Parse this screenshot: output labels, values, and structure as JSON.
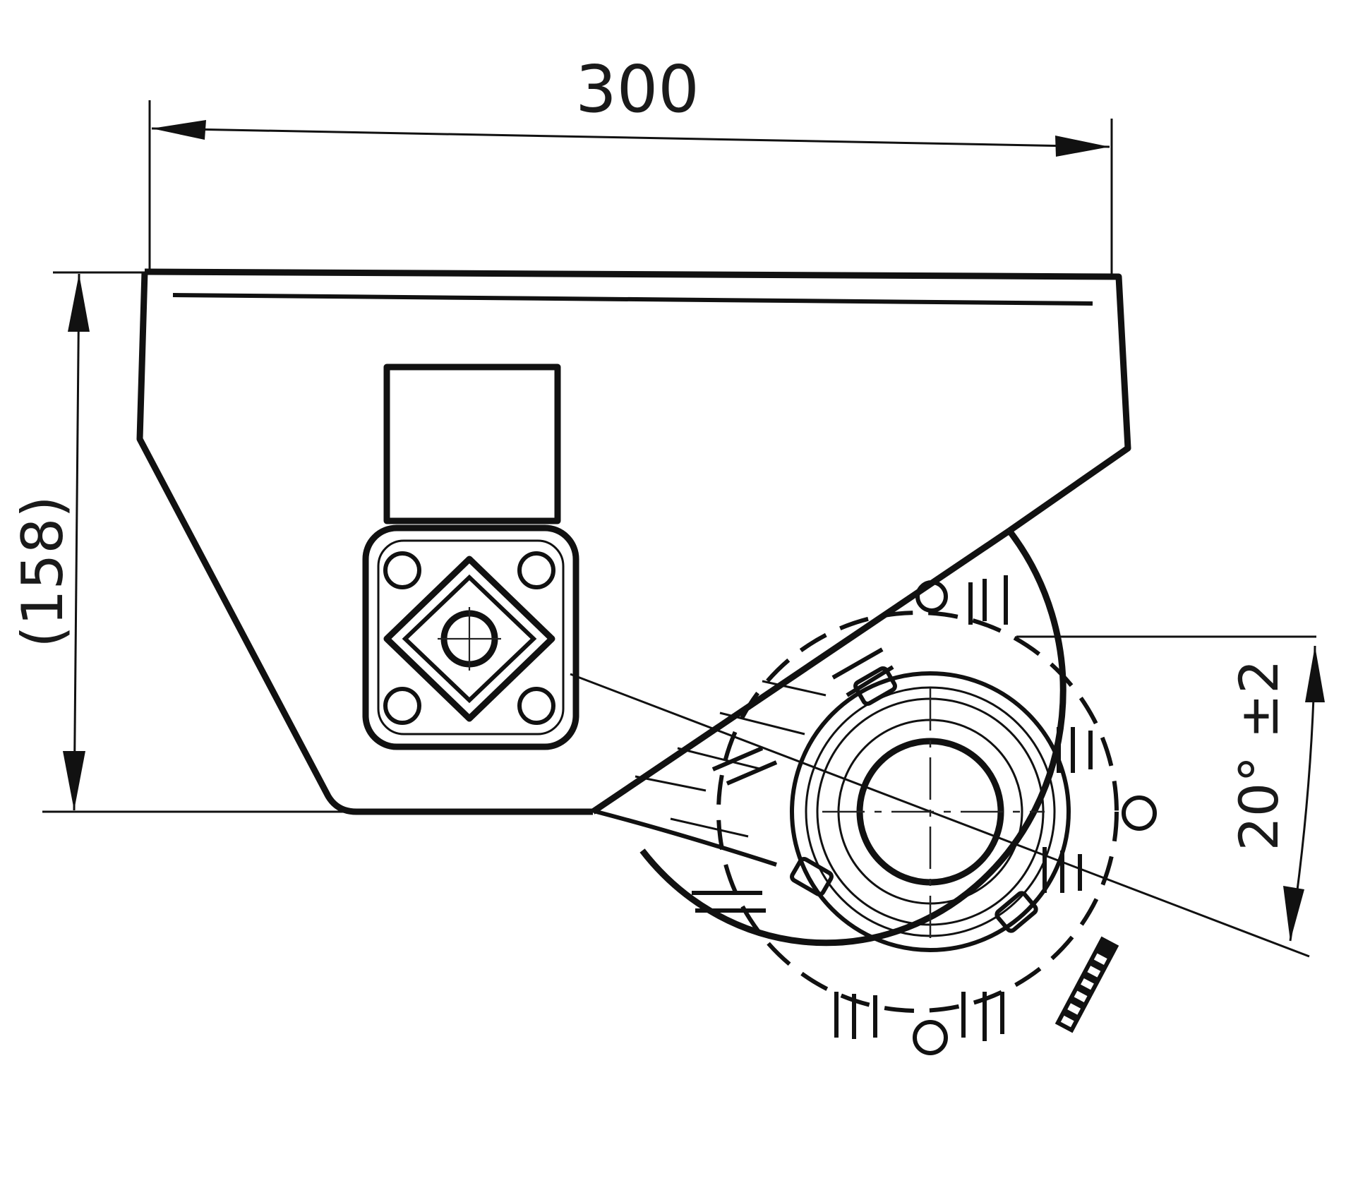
{
  "dimensions": {
    "width_label": "300",
    "height_label": "(158)",
    "angle_label": "20° ±2"
  },
  "colors": {
    "ink": "#111111",
    "background": "#ffffff"
  }
}
